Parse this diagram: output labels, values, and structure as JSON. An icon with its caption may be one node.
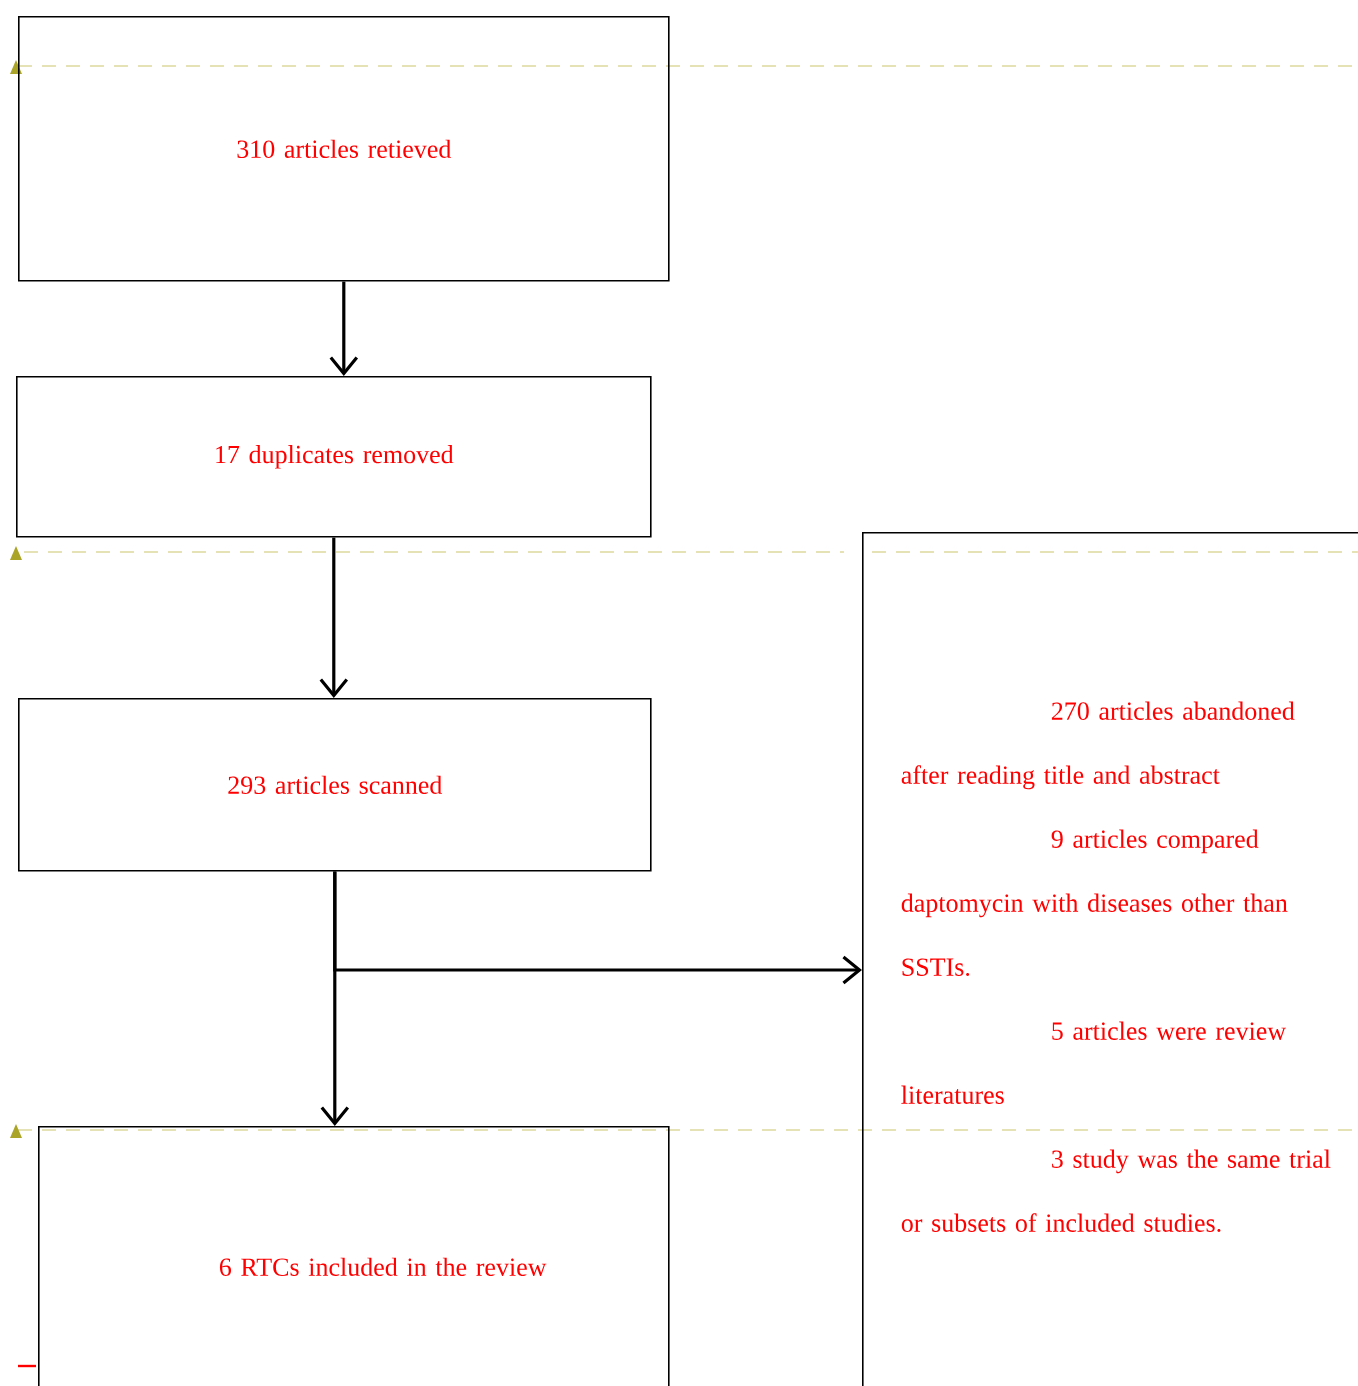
{
  "diagram": {
    "nodes": [
      {
        "text": [
          "310 articles retieved"
        ]
      },
      {
        "text": [
          "17 duplicates removed"
        ]
      },
      {
        "text": [
          "293 articles scanned"
        ]
      },
      {
        "text": [
          "6 RTCs included in the review"
        ]
      },
      {
        "text": [
          "270 articles abandoned after reading title and abstract",
          "9 articles compared daptomycin with diseases other than SSTIs.",
          "5 articles were review literatures",
          "3 study was the same trial or subsets of included studies."
        ]
      }
    ],
    "edges": [
      {
        "from": 0,
        "to": 1,
        "arrow": "to"
      },
      {
        "from": 1,
        "to": 2,
        "arrow": "to"
      },
      {
        "from": 2,
        "to": 3,
        "arrow": "to"
      },
      {
        "from": 2,
        "to": 4,
        "arrow": "to"
      }
    ]
  }
}
